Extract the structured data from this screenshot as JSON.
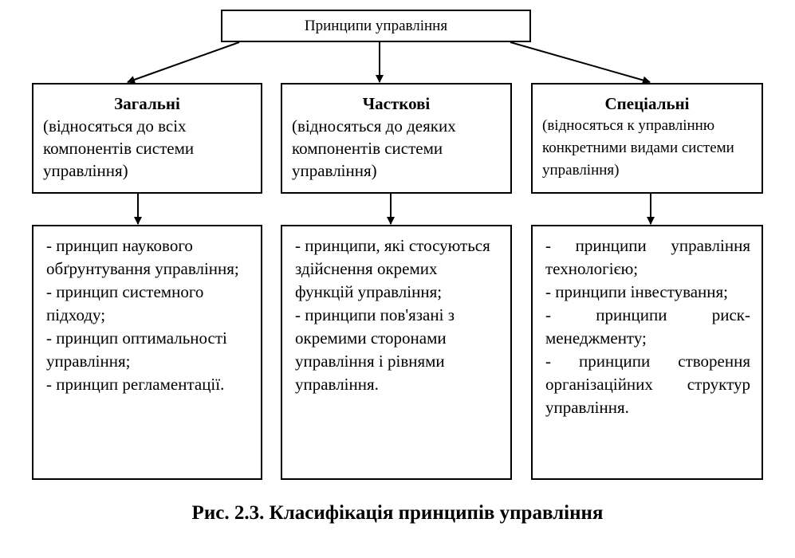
{
  "root": {
    "label": "Принципи управління"
  },
  "categories": [
    {
      "title": "Загальні",
      "description": "(відносяться до всіх компонентів системи управління)"
    },
    {
      "title": "Часткові",
      "description": "(відносяться до деяких компонентів системи управління)"
    },
    {
      "title": "Спеціальні",
      "description": "(відносяться к управлінню конкретними видами системи управління)"
    }
  ],
  "lists": [
    {
      "items": [
        "- принцип наукового обґрунтування управління;",
        "- принцип системного підходу;",
        "- принцип оптимальності управління;",
        "- принцип регламентації."
      ]
    },
    {
      "items": [
        "- принципи, які стосуються здійснення окремих функцій управління;",
        "- принципи пов'язані з окремими сторонами управління і рівнями управління."
      ]
    },
    {
      "items": [
        "- принципи управління технологією;",
        "- принципи інвестування;",
        "- принципи риск-менеджменту;",
        "- принципи створення організаційних структур управління."
      ]
    }
  ],
  "caption": "Рис. 2.3. Класифікація принципів управління"
}
